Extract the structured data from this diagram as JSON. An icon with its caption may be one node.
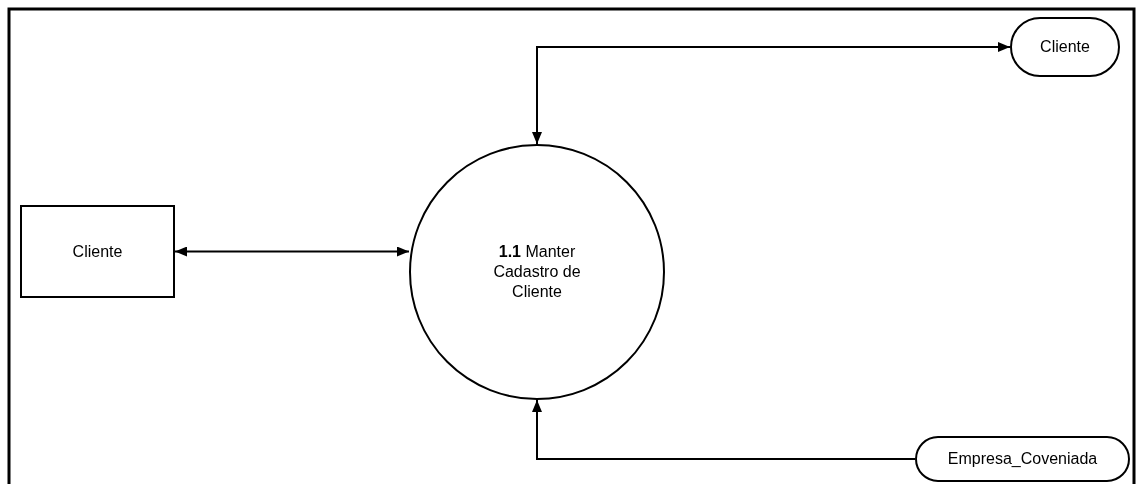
{
  "diagram": {
    "nodes": [
      {
        "text": [
          "Cliente"
        ]
      },
      {
        "text": [
          "**1.1** Manter Cadastro de Cliente"
        ]
      },
      {
        "text": [
          "Cliente"
        ]
      },
      {
        "text": [
          "Empresa_Coveniada"
        ]
      }
    ],
    "edges": [
      {
        "from": 0,
        "to": 1,
        "arrow": "both"
      },
      {
        "from": 1,
        "to": 2,
        "arrow": "both"
      },
      {
        "from": 3,
        "to": 1,
        "arrow": "to"
      }
    ]
  }
}
